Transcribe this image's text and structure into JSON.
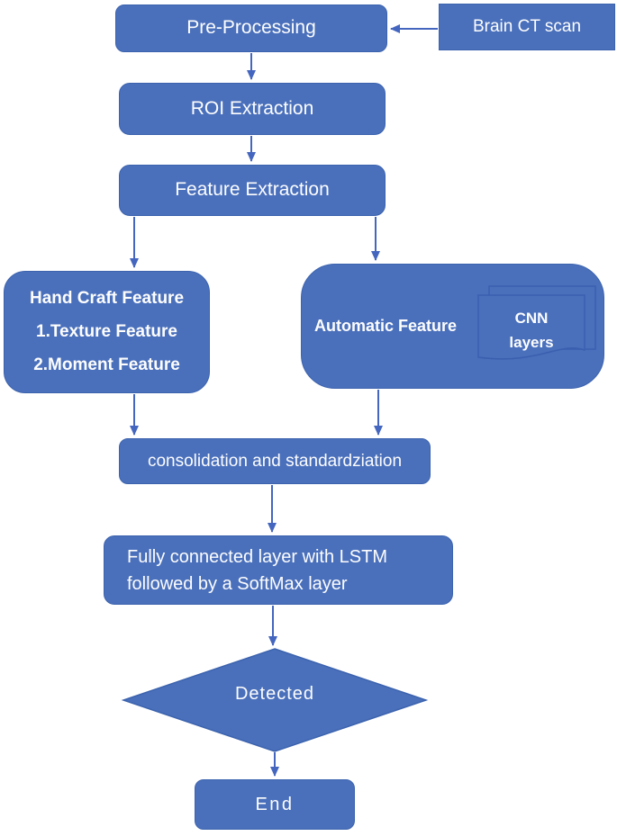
{
  "figure": {
    "type": "flowchart",
    "background": "#ffffff",
    "colors": {
      "node_fill": "#4a70bc",
      "node_border": "#3c63ae",
      "arrow": "#4466bf",
      "text": "#ffffff"
    }
  },
  "nodes": {
    "brain_ct": {
      "label": "Brain CT scan"
    },
    "pre_processing": {
      "label": "Pre-Processing"
    },
    "roi_extraction": {
      "label": "ROI Extraction"
    },
    "feature_extraction": {
      "label": "Feature Extraction"
    },
    "hand_craft": {
      "title": "Hand Craft Feature",
      "item1": "1.Texture Feature",
      "item2": "2.Moment Feature"
    },
    "automatic": {
      "label": "Automatic Feature"
    },
    "cnn_layers": {
      "line1": "CNN",
      "line2": "layers"
    },
    "consolidation": {
      "label": "consolidation and standardziation"
    },
    "fully_connected": {
      "line1": "Fully connected layer with LSTM",
      "line2": "followed by a SoftMax layer"
    },
    "detected": {
      "label": "Detected"
    },
    "end": {
      "label": "End"
    }
  },
  "edges": [
    {
      "from": "brain_ct",
      "to": "pre_processing"
    },
    {
      "from": "pre_processing",
      "to": "roi_extraction"
    },
    {
      "from": "roi_extraction",
      "to": "feature_extraction"
    },
    {
      "from": "feature_extraction",
      "to": "hand_craft"
    },
    {
      "from": "feature_extraction",
      "to": "automatic"
    },
    {
      "from": "hand_craft",
      "to": "consolidation"
    },
    {
      "from": "automatic",
      "to": "consolidation"
    },
    {
      "from": "consolidation",
      "to": "fully_connected"
    },
    {
      "from": "fully_connected",
      "to": "detected"
    },
    {
      "from": "detected",
      "to": "end"
    }
  ]
}
